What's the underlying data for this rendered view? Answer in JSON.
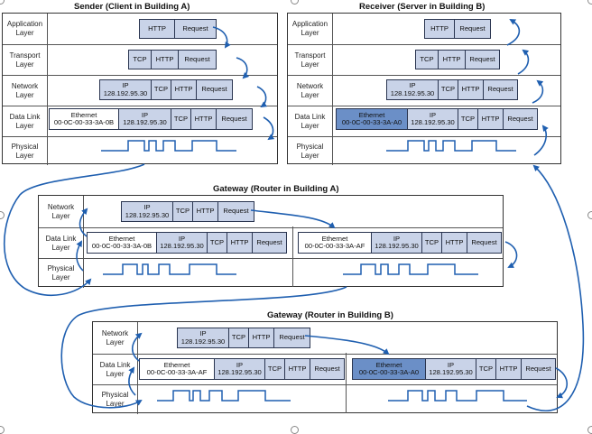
{
  "colors": {
    "header_bg": "#c9d3e8",
    "highlight": "#6b8fc7",
    "arrow": "#1f5fb0",
    "border": "#333333"
  },
  "layers": {
    "application": "Application Layer",
    "transport": "Transport Layer",
    "network": "Network Layer",
    "datalink": "Data Link Layer",
    "physical": "Physical Layer"
  },
  "headers": {
    "http": "HTTP",
    "request": "Request",
    "tcp": "TCP",
    "ip": "IP",
    "ethernet": "Ethernet",
    "ip_address": "128.192.95.30"
  },
  "mac": {
    "sender": "00-0C-00-33-3A-0B",
    "receiver": "00-0C-00-33-3A-A0",
    "gateway_a_out": "00-0C-00-33-3A-AF",
    "gateway_b_in": "00-0C-00-33-3A-AF",
    "gateway_b_out": "00-0C-00-33-3A-A0"
  },
  "sections": {
    "sender": {
      "title": "Sender (Client in Building A)"
    },
    "receiver": {
      "title": "Receiver (Server in Building B)"
    },
    "gateway_a": {
      "title": "Gateway (Router in Building A)"
    },
    "gateway_b": {
      "title": "Gateway (Router in Building B)"
    }
  }
}
